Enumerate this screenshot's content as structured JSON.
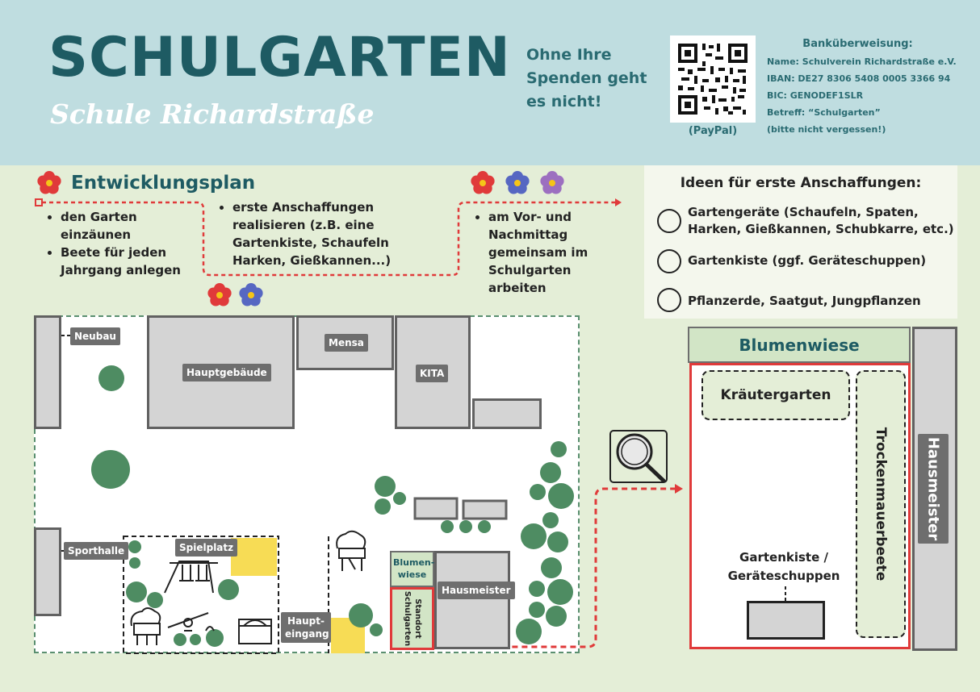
{
  "header": {
    "title": "SCHULGARTEN",
    "subtitle": "Schule Richardstraße",
    "slogan": "Ohne Ihre Spenden geht es nicht!",
    "paypal_label": "(PayPal)",
    "bank": {
      "heading": "Banküberweisung:",
      "name": "Name: Schulverein Richardstraße e.V.",
      "iban": "IBAN: DE27 8306 5408 0005 3366 94",
      "bic": "BIC: GENODEF1SLR",
      "betreff": "Betreff: “Schulgarten”",
      "note": "(bitte nicht vergessen!)"
    }
  },
  "plan": {
    "title": "Entwicklungsplan",
    "step1": [
      "den Garten einzäunen",
      "Beete für jeden Jahrgang anlegen"
    ],
    "step2": [
      "erste Anschaffungen realisieren (z.B. eine Gartenkiste, Schaufeln Harken, Gießkannen...)"
    ],
    "step3": [
      "am Vor- und Nachmittag gemeinsam im Schulgarten arbeiten"
    ]
  },
  "ideas": {
    "title": "Ideen für erste Anschaffungen:",
    "items": [
      "Gartengeräte (Schaufeln, Spaten, Harken, Gießkannen, Schubkarre, etc.)",
      "Gartenkiste (ggf. Geräteschuppen)",
      "Pflanzerde, Saatgut, Jungpflanzen"
    ]
  },
  "map": {
    "neubau": "Neubau",
    "hauptgebaeude": "Hauptgebäude",
    "mensa": "Mensa",
    "kita": "KITA",
    "sporthalle": "Sporthalle",
    "spielplatz": "Spielplatz",
    "haupteingang": "Haupt-eingang",
    "blumenwiese_small": "Blumen-wiese",
    "standort": "Standort Schulgarten",
    "hausmeister": "Hausmeister"
  },
  "detail": {
    "blumenwiese": "Blumenwiese",
    "kraeutergarten": "Kräutergarten",
    "trockenmauer": "Trockenmauerbeete",
    "gartenkiste": "Gartenkiste / Geräteschuppen",
    "hausmeister": "Hausmeister"
  },
  "colors": {
    "header_bg": "#bfdde0",
    "accent": "#1e5b63",
    "page_bg": "#e4eed7",
    "tree": "#4e8c62",
    "highlight": "#e03a3a",
    "sand": "#f7dc55"
  }
}
